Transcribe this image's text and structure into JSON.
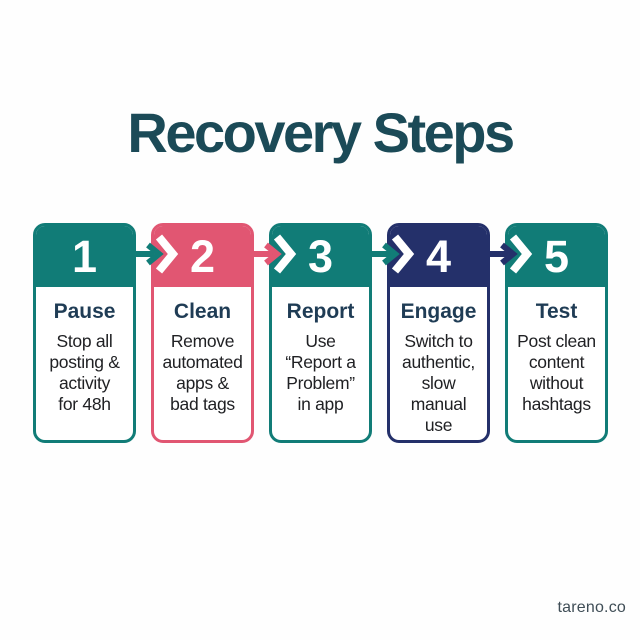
{
  "title": "Recovery Steps",
  "watermark": "tareno.co",
  "colors": {
    "teal": "#117c77",
    "pink": "#e15672",
    "navy": "#24306a",
    "title_text": "#1b4a57",
    "card_title_text": "#1f3c55",
    "body_text": "#202124",
    "watermark_text": "#3f4d56",
    "background": "#fefefe"
  },
  "steps": [
    {
      "number": "1",
      "title": "Pause",
      "body": "Stop all\nposting &\nactivity\nfor 48h",
      "color": "#117c77",
      "color_name": "teal"
    },
    {
      "number": "2",
      "title": "Clean",
      "body": "Remove\nautomated\napps &\nbad tags",
      "color": "#e15672",
      "color_name": "pink"
    },
    {
      "number": "3",
      "title": "Report",
      "body": "Use\n“Report a\nProblem”\nin app",
      "color": "#117c77",
      "color_name": "teal"
    },
    {
      "number": "4",
      "title": "Engage",
      "body": "Switch to\nauthentic,\nslow\nmanual\nuse",
      "color": "#24306a",
      "color_name": "navy"
    },
    {
      "number": "5",
      "title": "Test",
      "body": "Post clean\ncontent\nwithout\nhashtags",
      "color": "#117c77",
      "color_name": "teal"
    }
  ],
  "arrows": [
    {
      "from": "1",
      "to": "2",
      "color": "#117c77"
    },
    {
      "from": "2",
      "to": "3",
      "color": "#e15672"
    },
    {
      "from": "3",
      "to": "4",
      "color": "#117c77"
    },
    {
      "from": "4",
      "to": "5",
      "color": "#24306a"
    }
  ]
}
